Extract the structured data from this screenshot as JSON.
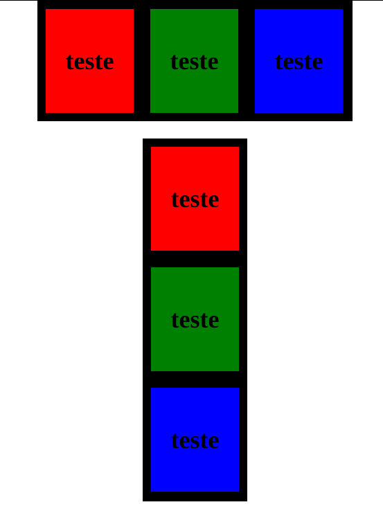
{
  "row_group": {
    "boxes": [
      {
        "label": "teste",
        "color": "#ff0000"
      },
      {
        "label": "teste",
        "color": "#008000"
      },
      {
        "label": "teste",
        "color": "#0000ff"
      }
    ]
  },
  "column_group": {
    "boxes": [
      {
        "label": "teste",
        "color": "#ff0000"
      },
      {
        "label": "teste",
        "color": "#008000"
      },
      {
        "label": "teste",
        "color": "#0000ff"
      }
    ]
  }
}
